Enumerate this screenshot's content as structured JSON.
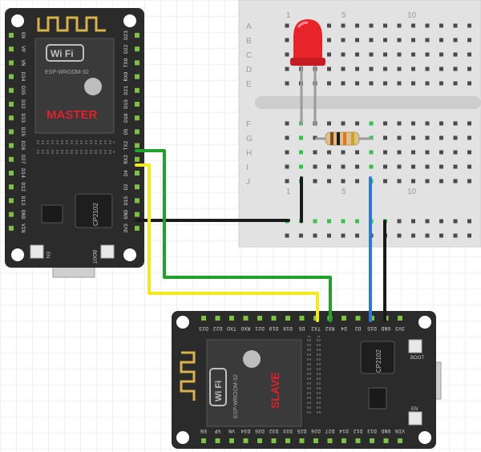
{
  "master": {
    "label": "MASTER",
    "module": "ESP-WROOM-32",
    "wifi": "Wi Fi",
    "usb_chip": "CP2102",
    "btn_left": "EN",
    "btn_right": "BOOT",
    "pins_left": [
      "EN",
      "VP",
      "VN",
      "D34",
      "D35",
      "D32",
      "D33",
      "D25",
      "D26",
      "D27",
      "D14",
      "D12",
      "D13",
      "GND",
      "VIN"
    ],
    "pins_right": [
      "D23",
      "D22",
      "TXO",
      "RXO",
      "D21",
      "D19",
      "D18",
      "D5",
      "TX2",
      "RX2",
      "D4",
      "D2",
      "D15",
      "GND",
      "3V3"
    ]
  },
  "slave": {
    "label": "SLAVE",
    "module": "ESP-WROOM-32",
    "wifi": "Wi Fi",
    "usb_chip": "CP2102",
    "btn_en": "EN",
    "btn_boot": "BOOT",
    "pins_top": [
      "D23",
      "D22",
      "TXO",
      "RXO",
      "D21",
      "D19",
      "D18",
      "D5",
      "TX2",
      "RX2",
      "D4",
      "D2",
      "D15",
      "GND",
      "3V3"
    ],
    "pins_bottom": [
      "EN",
      "VP",
      "VN",
      "D34",
      "D35",
      "D32",
      "D33",
      "D25",
      "D26",
      "D27",
      "D14",
      "D12",
      "D13",
      "GND",
      "VIN"
    ]
  },
  "breadboard": {
    "rows_top": [
      "A",
      "B",
      "C",
      "D",
      "E"
    ],
    "rows_bottom": [
      "F",
      "G",
      "H",
      "I",
      "J"
    ],
    "col_numbers": [
      "1",
      "5",
      "10"
    ]
  },
  "colors": {
    "board": "#2b2b2b",
    "breadboard": "#e3e3e3",
    "led": "#e8242b",
    "wire_green": "#1fa12c",
    "wire_yellow": "#f2ea1e",
    "wire_blue": "#2b78d6",
    "wire_black": "#1a1a1a",
    "label_red": "#e0202a"
  }
}
